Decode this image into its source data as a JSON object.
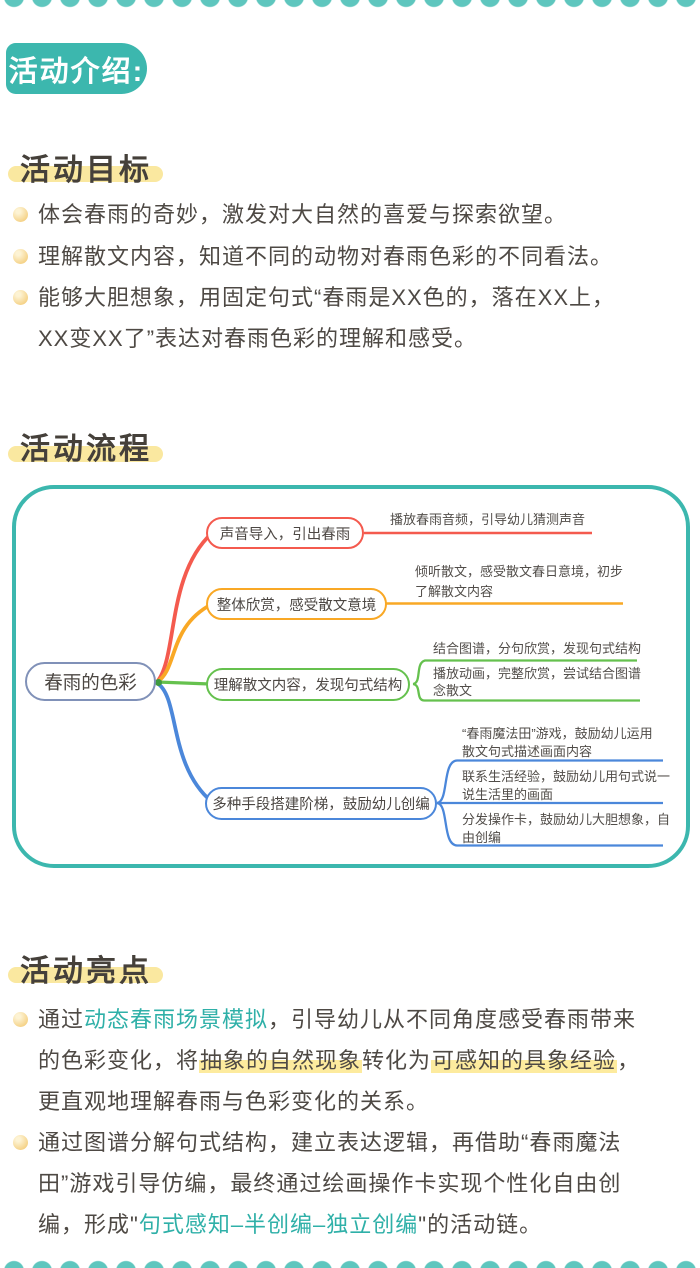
{
  "badge": {
    "label": "活动介绍:"
  },
  "colors": {
    "teal": "#3cb7ae",
    "teal_text": "#2fb0a8",
    "scallop": "#5ec6be",
    "heading_text": "#45403a",
    "body_text": "#4e4944",
    "highlight_bar": "#fae8a0",
    "marker": "#fdeb9e",
    "bullet_dot": "#f4cf80",
    "map_border": "#3cb7ae",
    "root_border": "#8091b8",
    "branch_red": "#f45a4e",
    "branch_orange": "#f9a825",
    "branch_green": "#65c14e",
    "branch_blue": "#4b87da",
    "junction_dot": "#3f9a40"
  },
  "goals": {
    "heading": "活动目标",
    "bullets": [
      {
        "lines": [
          "体会春雨的奇妙，激发对大自然的喜爱与探索欲望。"
        ]
      },
      {
        "lines": [
          "理解散文内容，知道不同的动物对春雨色彩的不同看法。"
        ]
      },
      {
        "lines": [
          "能够大胆想象，用固定句式“春雨是XX色的，落在XX上，",
          "XX变XX了”表达对春雨色彩的理解和感受。"
        ]
      }
    ]
  },
  "process": {
    "heading": "活动流程",
    "mindmap": {
      "root": "春雨的色彩",
      "branches": [
        {
          "label": "声音导入，引出春雨",
          "leaves": [
            {
              "lines": [
                "播放春雨音频，引导幼儿猜测声音"
              ]
            }
          ]
        },
        {
          "label": "整体欣赏，感受散文意境",
          "leaves": [
            {
              "lines": [
                "倾听散文，感受散文春日意境，初步",
                "了解散文内容"
              ]
            }
          ]
        },
        {
          "label": "理解散文内容，发现句式结构",
          "leaves": [
            {
              "lines": [
                "结合图谱，分句欣赏，发现句式结构"
              ]
            },
            {
              "lines": [
                "播放动画，完整欣赏，尝试结合图谱",
                "念散文"
              ]
            }
          ]
        },
        {
          "label": "多种手段搭建阶梯，鼓励幼儿创编",
          "leaves": [
            {
              "lines": [
                "“春雨魔法田”游戏，鼓励幼儿运用",
                "散文句式描述画面内容"
              ]
            },
            {
              "lines": [
                "联系生活经验，鼓励幼儿用句式说一",
                "说生活里的画面"
              ]
            },
            {
              "lines": [
                "分发操作卡，鼓励幼儿大胆想象，自",
                "由创编"
              ]
            }
          ]
        }
      ]
    }
  },
  "highlights": {
    "heading": "活动亮点",
    "bullets": [
      {
        "segments": [
          {
            "t": "通过"
          },
          {
            "t": "动态春雨场景模拟",
            "s": "teal"
          },
          {
            "t": "，引导幼儿从不同角度感受春雨带来"
          },
          {
            "br": true
          },
          {
            "t": "的色彩变化，将"
          },
          {
            "t": "抽象的自然现象",
            "s": "hl"
          },
          {
            "t": "转化为"
          },
          {
            "t": "可感知的具象经验",
            "s": "hl"
          },
          {
            "t": "，"
          },
          {
            "br": true
          },
          {
            "t": "更直观地理解春雨与色彩变化的关系。"
          }
        ]
      },
      {
        "segments": [
          {
            "t": "通过图谱分解句式结构，建立表达逻辑，再借助“春雨魔法"
          },
          {
            "br": true
          },
          {
            "t": "田”游戏引导仿编，最终通过绘画操作卡实现个性化自由创"
          },
          {
            "br": true
          },
          {
            "t": "编，形成\""
          },
          {
            "t": "句式感知–半创编–独立创编",
            "s": "teal"
          },
          {
            "t": "\"的活动链。"
          }
        ]
      }
    ]
  }
}
